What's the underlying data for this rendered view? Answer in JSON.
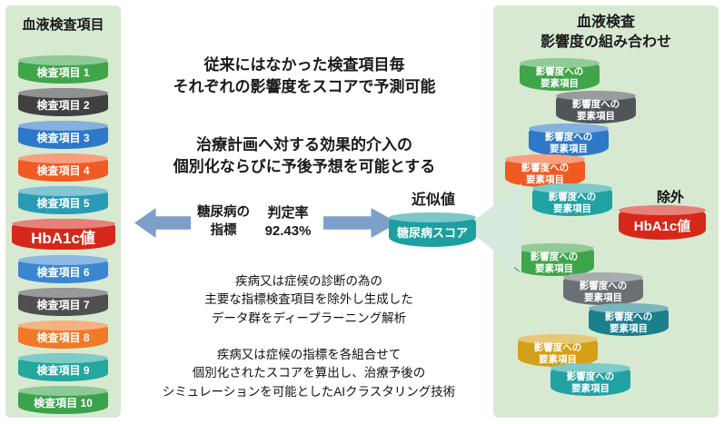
{
  "colors": {
    "panel_bg": "#d8e9d2",
    "arrow_blue": "#7e9fca",
    "big_arrow": "#d5e9dd"
  },
  "left_panel": {
    "title": "血液検査項目",
    "items": [
      {
        "label": "検査項目 1",
        "color": "#3fa549"
      },
      {
        "label": "検査項目 2",
        "color": "#404040"
      },
      {
        "label": "検査項目 3",
        "color": "#2d78c8"
      },
      {
        "label": "検査項目 4",
        "color": "#f15a22"
      },
      {
        "label": "検査項目 5",
        "color": "#2a9bb5"
      },
      {
        "label": "HbA1c値",
        "color": "#d6281a"
      },
      {
        "label": "検査項目 6",
        "color": "#3a87d0"
      },
      {
        "label": "検査項目 7",
        "color": "#4f4f4f"
      },
      {
        "label": "検査項目 8",
        "color": "#f07a28"
      },
      {
        "label": "検査項目 9",
        "color": "#23a79f"
      },
      {
        "label": "検査項目 10",
        "color": "#3aa34c"
      }
    ]
  },
  "center": {
    "headline_1": "従来にはなかった検査項目毎\nそれぞれの影響度をスコアで予測可能",
    "headline_2": "治療計画へ対する効果的介入の\n個別化ならびに予後予想を可能とする",
    "indicator_label": "糖尿病の\n指標",
    "rate_label": "判定率",
    "rate_value": "92.43%",
    "approx_label": "近似値",
    "score": {
      "label": "糖尿病スコア",
      "color": "#1d9fa0"
    },
    "paragraph_1": "疾病又は症候の診断の為の\n主要な指標検査項目を除外し生成した\nデータ群をディープラーニング解析",
    "paragraph_2": "疾病又は症候の指標を各組合せて\n個別化されたスコアを算出し、治療予後の\nシミュレーションを可能としたAIクラスタリング技術"
  },
  "right_panel": {
    "title": "血液検査\n影響度の組み合わせ",
    "exclusion_label": "除外",
    "excluded": {
      "label": "HbA1c値",
      "color": "#d6281a"
    },
    "items": [
      {
        "label": "影響度への\n要素項目",
        "color": "#3fa549"
      },
      {
        "label": "影響度への\n要素項目",
        "color": "#50555a"
      },
      {
        "label": "影響度への\n要素項目",
        "color": "#2d78c8"
      },
      {
        "label": "影響度への\n要素項目",
        "color": "#f15a22"
      },
      {
        "label": "影響度への\n要素項目",
        "color": "#21a3a3"
      },
      {
        "label": "影響度への\n要素項目",
        "color": "#3fa549"
      },
      {
        "label": "影響度への\n要素項目",
        "color": "#6b7075"
      },
      {
        "label": "影響度への\n要素項目",
        "color": "#1b7f8e"
      },
      {
        "label": "影響度への\n要素項目",
        "color": "#d4a017"
      },
      {
        "label": "影響度への\n要素項目",
        "color": "#21a3a3"
      }
    ]
  }
}
